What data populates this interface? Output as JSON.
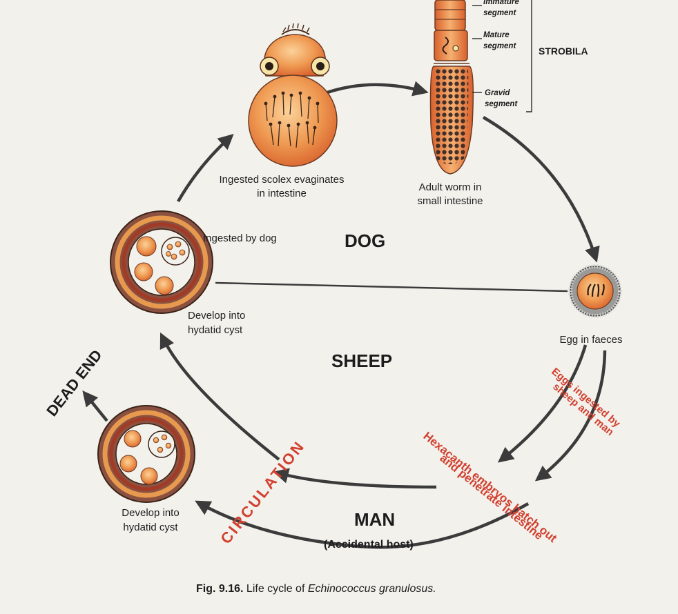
{
  "hosts": {
    "dog": "DOG",
    "sheep": "SHEEP",
    "man": "MAN",
    "man_note": "(Accidental host)"
  },
  "stages": {
    "scolex_line1": "Ingested scolex evaginates",
    "scolex_line2": "in intestine",
    "adult_line1": "Adult worm in",
    "adult_line2": "small intestine",
    "egg": "Egg in faeces",
    "ingested_dog": "Ingested by dog",
    "cyst_line1": "Develop into",
    "cyst_line2": "hydatid cyst",
    "cyst2_line1": "Develop into",
    "cyst2_line2": "hydatid cyst"
  },
  "strobila": {
    "immature_1": "Immature",
    "immature_2": "segment",
    "mature_1": "Mature",
    "mature_2": "segment",
    "gravid_1": "Gravid",
    "gravid_2": "segment",
    "label": "STROBILA"
  },
  "red_labels": {
    "eggs_line1": "Eggs ingested by",
    "eggs_line2": "sheep and man",
    "hexa_line1": "Hexacanth embryos hatch out",
    "hexa_line2": "and penetrate intestine",
    "circulation": "CIRCULATION",
    "dead_end": "DEAD END"
  },
  "caption": {
    "prefix": "Fig. 9.16.",
    "text": " Life cycle of ",
    "species": "Echinococcus granulosus."
  },
  "colors": {
    "tissue_orange": "#e8883a",
    "label_red": "#d2402f",
    "arrow": "#3b3b3b"
  }
}
